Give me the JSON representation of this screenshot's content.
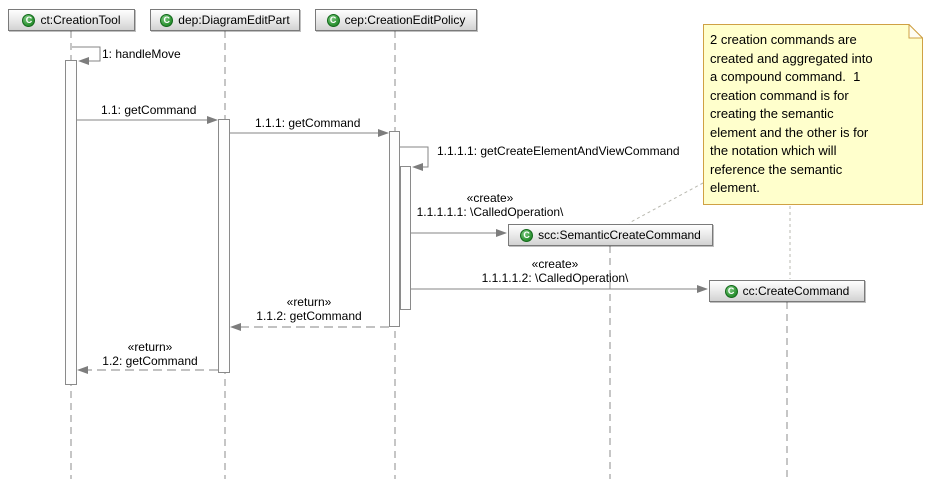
{
  "diagram": {
    "class_icon_letter": "C",
    "lifelines": [
      {
        "label": "ct:CreationTool"
      },
      {
        "label": "dep:DiagramEditPart"
      },
      {
        "label": "cep:CreationEditPolicy"
      }
    ],
    "objects": [
      {
        "label": "scc:SemanticCreateCommand"
      },
      {
        "label": "cc:CreateCommand"
      }
    ],
    "messages": {
      "m1": {
        "label": "1: handleMove"
      },
      "m1_1": {
        "label": "1.1: getCommand"
      },
      "m1_1_1": {
        "label": "1.1.1: getCommand"
      },
      "m1_1_1_1": {
        "label": "1.1.1.1: getCreateElementAndViewCommand"
      },
      "m1_1_1_1_1": {
        "stereotype": "«create»",
        "label": "1.1.1.1.1: \\CalledOperation\\"
      },
      "m1_1_1_1_2": {
        "stereotype": "«create»",
        "label": "1.1.1.1.2: \\CalledOperation\\"
      },
      "m1_1_2": {
        "stereotype": "«return»",
        "label": "1.1.2: getCommand"
      },
      "m1_2": {
        "stereotype": "«return»",
        "label": "1.2: getCommand"
      }
    },
    "note": {
      "text": "2 creation commands are\ncreated and aggregated into\na compound command.  1\ncreation command is for\ncreating the semantic\nelement and the other is for\nthe notation which will\nreference the semantic\nelement."
    },
    "colors": {
      "line": "#868686",
      "note_fill": "#ffffcc",
      "note_border": "#cfa144",
      "icon_green": "#2e9434"
    }
  }
}
